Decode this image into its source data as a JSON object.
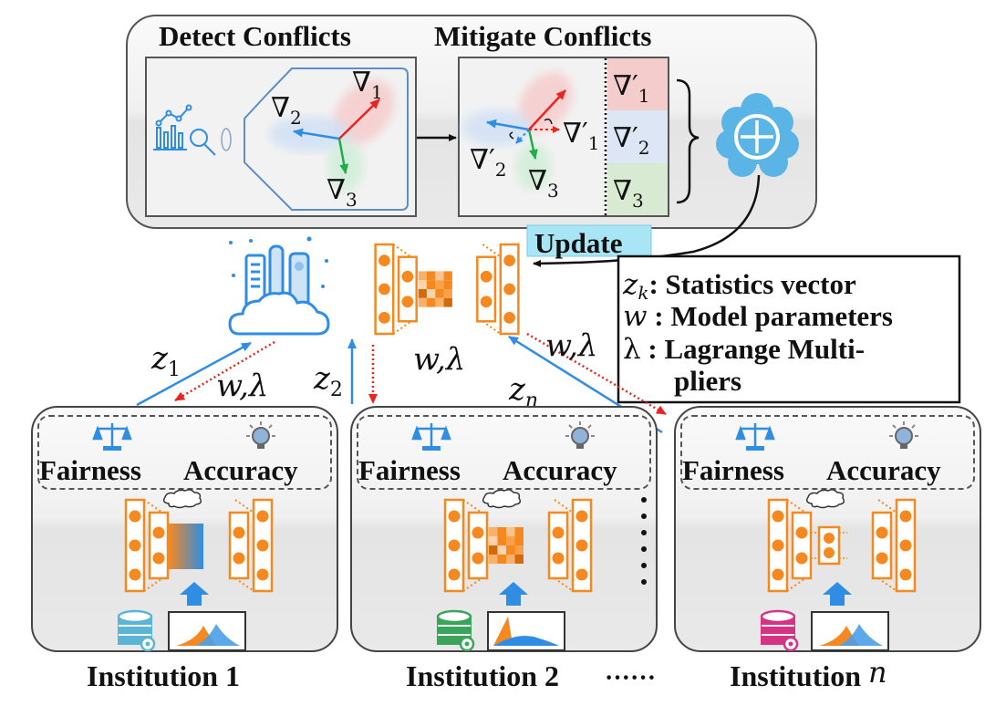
{
  "top_panel": {
    "detect_title": "Detect Conflicts",
    "mitigate_title": "Mitigate Conflicts",
    "detect_labels": {
      "g1": "∇",
      "g1_sub": "1",
      "g2": "∇",
      "g2_sub": "2",
      "g3": "∇",
      "g3_sub": "3"
    },
    "mitigate_labels": {
      "g1p": "∇′",
      "g1p_sub": "1",
      "g2p": "∇′",
      "g2p_sub": "2",
      "g3": "∇",
      "g3_sub": "3"
    },
    "projected_list": [
      {
        "sym": "∇′",
        "sub": "1",
        "color": "#f4cccc"
      },
      {
        "sym": "∇′",
        "sub": "2",
        "color": "#dde6f4"
      },
      {
        "sym": "∇",
        "sub": "3",
        "color": "#d9ead3"
      }
    ],
    "aggregate_icon": "oplus-cloud-icon"
  },
  "update_label": "Update",
  "legend": {
    "items": [
      {
        "symbol": "z",
        "sub": "k",
        "text": ": Statistics vector"
      },
      {
        "symbol": "w",
        "sub": "",
        "text": " : Model parameters"
      },
      {
        "symbol": "λ",
        "sub": "",
        "text": " : Lagrange Multi-"
      },
      {
        "symbol": "",
        "sub": "",
        "text": "pliers"
      }
    ]
  },
  "edges": {
    "z1": {
      "sym": "z",
      "sub": "1"
    },
    "z2": {
      "sym": "z",
      "sub": "2"
    },
    "zn": {
      "sym": "z",
      "sub": "n"
    },
    "w_lambda": "w,λ"
  },
  "institutions": [
    {
      "name": "Institution 1",
      "fairness": "Fairness",
      "accuracy": "Accuracy",
      "db_color": "#5bb5d5",
      "bottleneck": "gradient"
    },
    {
      "name": "Institution 2",
      "fairness": "Fairness",
      "accuracy": "Accuracy",
      "db_color": "#3aa55a",
      "bottleneck": "grid"
    },
    {
      "name": "Institution ",
      "name_var": "n",
      "fairness": "Fairness",
      "accuracy": "Accuracy",
      "db_color": "#d63384",
      "bottleneck": "layer"
    }
  ],
  "ellipsis": "······",
  "colors": {
    "orange": "#f5891f",
    "blue": "#2f8de4",
    "red": "#e8261f",
    "green": "#1fae4b",
    "cloud": "#5ab4e6",
    "update_bg": "#a8e6f5"
  }
}
